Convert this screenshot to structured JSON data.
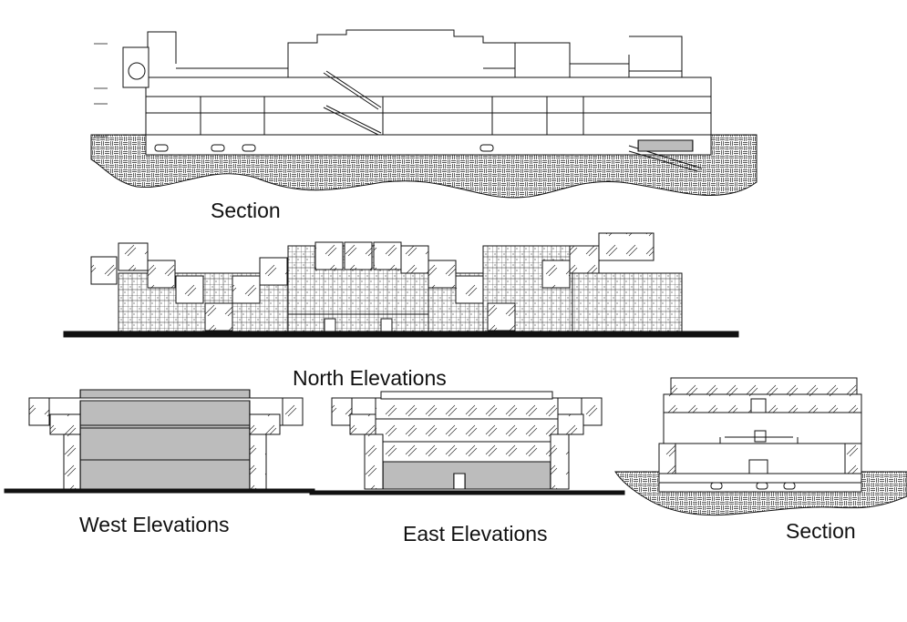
{
  "captions": {
    "section_top": "Section",
    "north_elevations": "North Elevations",
    "west_elevations": "West Elevations",
    "east_elevations": "East Elevations",
    "section_right": "Section"
  },
  "colors": {
    "line": "#111111",
    "background": "#ffffff",
    "hatch": "#222222"
  }
}
